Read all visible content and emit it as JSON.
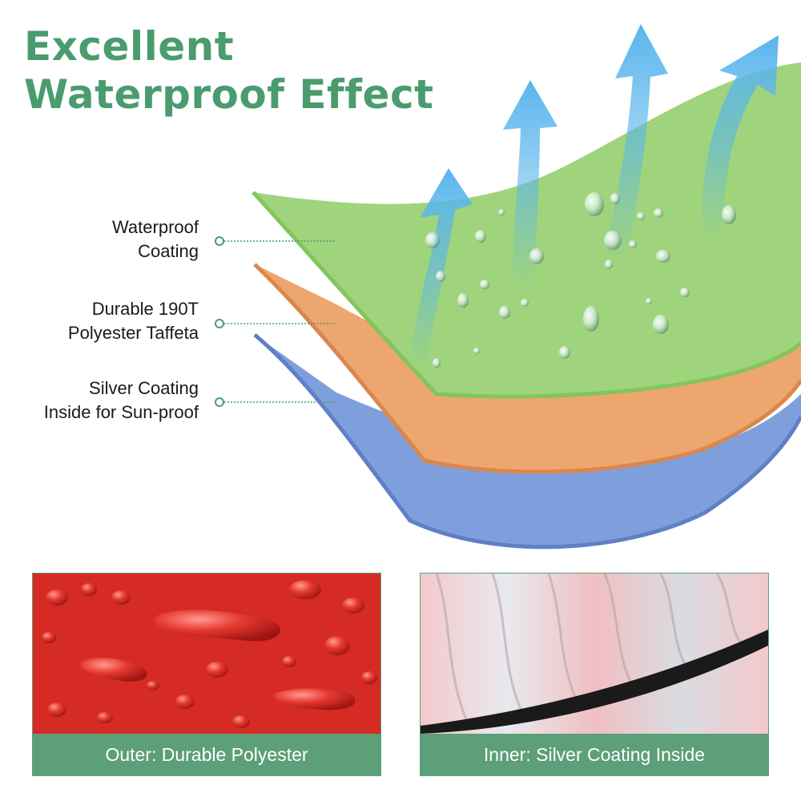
{
  "headline": {
    "line1": "Excellent",
    "line2": "Waterproof Effect"
  },
  "layers": [
    {
      "line1": "Waterproof",
      "line2": "Coating",
      "color": "#9fd47c"
    },
    {
      "line1": "Durable 190T",
      "line2": "Polyester Taffeta",
      "color": "#eda66e"
    },
    {
      "line1": "Silver Coating",
      "line2": "Inside for Sun-proof",
      "color": "#7f9fdc"
    }
  ],
  "panels": {
    "outer": {
      "caption": "Outer: Durable Polyester",
      "color": "#d62a24"
    },
    "inner": {
      "caption": "Inner: Silver Coating Inside",
      "color": "#f0c3c6"
    }
  },
  "colors": {
    "accent": "#4a9c6e",
    "panel_frame": "#5d9f78",
    "vapor_arrow": "#5ab5ec"
  },
  "icons": [
    "vapor-arrow-icon",
    "water-drop-icon",
    "connector-dot-icon"
  ]
}
